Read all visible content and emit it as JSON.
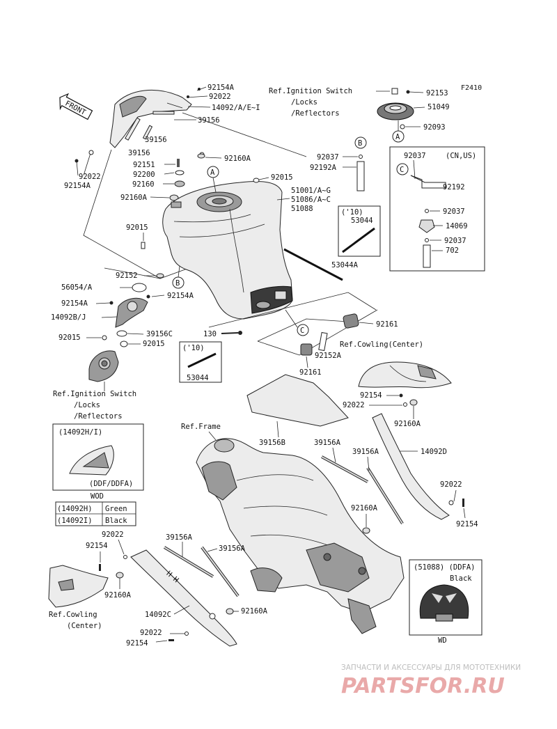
{
  "figure_code": "F2410",
  "front_label": "FRONT",
  "callouts": [
    "A",
    "B",
    "C"
  ],
  "labels": {
    "p92154A_top": "92154A",
    "p92022_top": "92022",
    "p14092_top": "14092/A/E~I",
    "p39156_a": "39156",
    "p39156_b": "39156",
    "p39156_c": "39156",
    "p92022_left": "92022",
    "p92154A_left": "92154A",
    "p92151": "92151",
    "p92200": "92200",
    "p92160": "92160",
    "p92160A_a": "92160A",
    "p92160A_b": "92160A",
    "p92015_a": "92015",
    "p92015_b": "92015",
    "p51001": "51001/A~G",
    "p51086": "51086/A~C",
    "p51088": "51088",
    "p92152": "92152",
    "p56054": "56054/A",
    "p92154A_mid_l": "92154A",
    "p92154A_mid_r": "92154A",
    "p14092BJ": "14092B/J",
    "p92015_c": "92015",
    "p92015_d": "92015",
    "p39156C": "39156C",
    "p130": "130",
    "p92161_a": "92161",
    "p92161_b": "92161",
    "p92152A": "92152A",
    "p53044A": "53044A",
    "p53044_a": "53044",
    "p53044_b": "53044",
    "p10_a": "('10)",
    "p10_b": "('10)",
    "p92037_a": "92037",
    "p92192A": "92192A",
    "p92153": "92153",
    "p51049": "51049",
    "p92093": "92093",
    "ref_ign_top_1": "Ref.Ignition Switch",
    "ref_ign_top_2": "/Locks",
    "ref_ign_top_3": "/Reflectors",
    "ref_ign_bot_1": "Ref.Ignition Switch",
    "ref_ign_bot_2": "/Locks",
    "ref_ign_bot_3": "/Reflectors",
    "cnus_92037_top": "92037",
    "cnus_title": "(CN,US)",
    "cnus_92192": "92192",
    "cnus_92037_b": "92037",
    "cnus_14069": "14069",
    "cnus_92037_c": "92037",
    "cnus_702": "702",
    "ref_cowling_1": "Ref.Cowling(Center)",
    "p92154_r": "92154",
    "p92022_r": "92022",
    "p92160A_r": "92160A",
    "ref_frame": "Ref.Frame",
    "p39156B": "39156B",
    "p39156A_a": "39156A",
    "p39156A_b": "39156A",
    "p39156A_c": "39156A",
    "p39156A_d": "39156A",
    "p14092D": "14092D",
    "p92022_rr": "92022",
    "p92154_rr": "92154",
    "p92160A_mid": "92160A",
    "p92022_bl": "92022",
    "p92154_bl": "92154",
    "p92160A_bl": "92160A",
    "p92160A_bc": "92160A",
    "p14092C": "14092C",
    "p92022_bb": "92022",
    "p92154_bb": "92154",
    "ref_cowling_b1": "Ref.Cowling",
    "ref_cowling_b2": "(Center)",
    "box1_title": "(14092H/I)",
    "box1_variant": "(DDF/DDFA)",
    "box1_model": "WOD",
    "table_rows": [
      {
        "part": "(14092H)",
        "color": "Green"
      },
      {
        "part": "(14092I)",
        "color": "Black"
      }
    ],
    "box2_title": "(51088) (DDFA)",
    "box2_color": "Black",
    "box2_model": "WD"
  },
  "watermark": {
    "line1": "ЗАПЧАСТИ И АКСЕССУАРЫ ДЛЯ МОТОТЕХНИКИ",
    "line2": "PARTSFOR.RU"
  }
}
